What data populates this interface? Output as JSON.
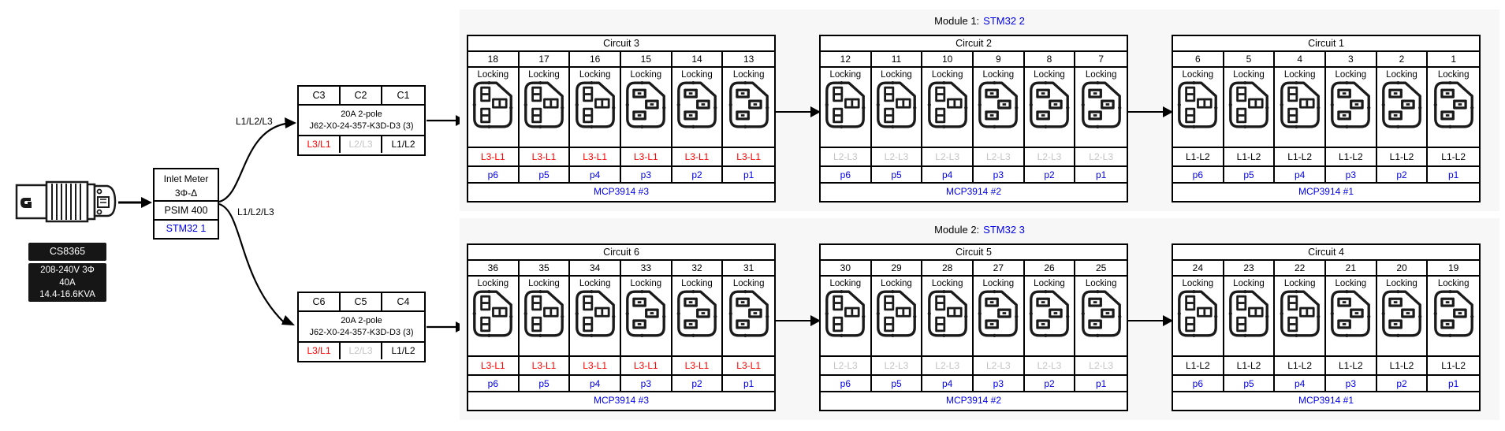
{
  "colors": {
    "accent_blue": "#0000ee",
    "phase_red": "#ff0000",
    "phase_gray": "#c4c4c4",
    "phase_black": "#000000",
    "module_panel_bg": "#f7f7f7",
    "label_bg": "#161616"
  },
  "source": {
    "connector_name": "CS8365",
    "spec_line1": "208-240V 3Φ",
    "spec_line2": "40A",
    "spec_line3": "14.4-16.6KVA",
    "inlet_meter_line1": "Inlet Meter",
    "inlet_meter_line2": "3Φ-Δ",
    "inlet_meter_model": "PSIM 400",
    "inlet_meter_mcu": "STM32 1",
    "feed_top_label": "L1/L2/L3",
    "feed_bottom_label": "L1/L2/L3"
  },
  "breakers": [
    {
      "poles": [
        "C3",
        "C2",
        "C1"
      ],
      "rating_line1": "20A 2-pole",
      "rating_line2": "J62-X0-24-357-K3D-D3 (3)",
      "phases": [
        {
          "label": "L3/L1",
          "color": "red"
        },
        {
          "label": "L2/L3",
          "color": "gray"
        },
        {
          "label": "L1/L2",
          "color": "black"
        }
      ]
    },
    {
      "poles": [
        "C6",
        "C5",
        "C4"
      ],
      "rating_line1": "20A 2-pole",
      "rating_line2": "J62-X0-24-357-K3D-D3 (3)",
      "phases": [
        {
          "label": "L3/L1",
          "color": "red"
        },
        {
          "label": "L2/L3",
          "color": "gray"
        },
        {
          "label": "L1/L2",
          "color": "black"
        }
      ]
    }
  ],
  "modules": [
    {
      "title_prefix": "Module 1:",
      "title_mcu": "STM32 2",
      "circuits": [
        {
          "name": "Circuit 3",
          "adc": "MCP3914 #3",
          "phase_color": "red",
          "outlets": [
            {
              "number": "18",
              "type": "Locking",
              "phase": "L3-L1",
              "port": "p6",
              "icon": "a"
            },
            {
              "number": "17",
              "type": "Locking",
              "phase": "L3-L1",
              "port": "p5",
              "icon": "a"
            },
            {
              "number": "16",
              "type": "Locking",
              "phase": "L3-L1",
              "port": "p4",
              "icon": "a"
            },
            {
              "number": "15",
              "type": "Locking",
              "phase": "L3-L1",
              "port": "p3",
              "icon": "b"
            },
            {
              "number": "14",
              "type": "Locking",
              "phase": "L3-L1",
              "port": "p2",
              "icon": "b"
            },
            {
              "number": "13",
              "type": "Locking",
              "phase": "L3-L1",
              "port": "p1",
              "icon": "b"
            }
          ]
        },
        {
          "name": "Circuit 2",
          "adc": "MCP3914 #2",
          "phase_color": "gray",
          "outlets": [
            {
              "number": "12",
              "type": "Locking",
              "phase": "L2-L3",
              "port": "p6",
              "icon": "a"
            },
            {
              "number": "11",
              "type": "Locking",
              "phase": "L2-L3",
              "port": "p5",
              "icon": "a"
            },
            {
              "number": "10",
              "type": "Locking",
              "phase": "L2-L3",
              "port": "p4",
              "icon": "a"
            },
            {
              "number": "9",
              "type": "Locking",
              "phase": "L2-L3",
              "port": "p3",
              "icon": "b"
            },
            {
              "number": "8",
              "type": "Locking",
              "phase": "L2-L3",
              "port": "p2",
              "icon": "b"
            },
            {
              "number": "7",
              "type": "Locking",
              "phase": "L2-L3",
              "port": "p1",
              "icon": "b"
            }
          ]
        },
        {
          "name": "Circuit 1",
          "adc": "MCP3914 #1",
          "phase_color": "black",
          "outlets": [
            {
              "number": "6",
              "type": "Locking",
              "phase": "L1-L2",
              "port": "p6",
              "icon": "a"
            },
            {
              "number": "5",
              "type": "Locking",
              "phase": "L1-L2",
              "port": "p5",
              "icon": "a"
            },
            {
              "number": "4",
              "type": "Locking",
              "phase": "L1-L2",
              "port": "p4",
              "icon": "a"
            },
            {
              "number": "3",
              "type": "Locking",
              "phase": "L1-L2",
              "port": "p3",
              "icon": "b"
            },
            {
              "number": "2",
              "type": "Locking",
              "phase": "L1-L2",
              "port": "p2",
              "icon": "b"
            },
            {
              "number": "1",
              "type": "Locking",
              "phase": "L1-L2",
              "port": "p1",
              "icon": "b"
            }
          ]
        }
      ]
    },
    {
      "title_prefix": "Module 2:",
      "title_mcu": "STM32 3",
      "circuits": [
        {
          "name": "Circuit 6",
          "adc": "MCP3914 #3",
          "phase_color": "red",
          "outlets": [
            {
              "number": "36",
              "type": "Locking",
              "phase": "L3-L1",
              "port": "p6",
              "icon": "a"
            },
            {
              "number": "35",
              "type": "Locking",
              "phase": "L3-L1",
              "port": "p5",
              "icon": "a"
            },
            {
              "number": "34",
              "type": "Locking",
              "phase": "L3-L1",
              "port": "p4",
              "icon": "a"
            },
            {
              "number": "33",
              "type": "Locking",
              "phase": "L3-L1",
              "port": "p3",
              "icon": "b"
            },
            {
              "number": "32",
              "type": "Locking",
              "phase": "L3-L1",
              "port": "p2",
              "icon": "b"
            },
            {
              "number": "31",
              "type": "Locking",
              "phase": "L3-L1",
              "port": "p1",
              "icon": "b"
            }
          ]
        },
        {
          "name": "Circuit 5",
          "adc": "MCP3914 #2",
          "phase_color": "gray",
          "outlets": [
            {
              "number": "30",
              "type": "Locking",
              "phase": "L2-L3",
              "port": "p6",
              "icon": "a"
            },
            {
              "number": "29",
              "type": "Locking",
              "phase": "L2-L3",
              "port": "p5",
              "icon": "a"
            },
            {
              "number": "28",
              "type": "Locking",
              "phase": "L2-L3",
              "port": "p4",
              "icon": "a"
            },
            {
              "number": "27",
              "type": "Locking",
              "phase": "L2-L3",
              "port": "p3",
              "icon": "b"
            },
            {
              "number": "26",
              "type": "Locking",
              "phase": "L2-L3",
              "port": "p2",
              "icon": "b"
            },
            {
              "number": "25",
              "type": "Locking",
              "phase": "L2-L3",
              "port": "p1",
              "icon": "b"
            }
          ]
        },
        {
          "name": "Circuit 4",
          "adc": "MCP3914 #1",
          "phase_color": "black",
          "outlets": [
            {
              "number": "24",
              "type": "Locking",
              "phase": "L1-L2",
              "port": "p6",
              "icon": "a"
            },
            {
              "number": "23",
              "type": "Locking",
              "phase": "L1-L2",
              "port": "p5",
              "icon": "a"
            },
            {
              "number": "22",
              "type": "Locking",
              "phase": "L1-L2",
              "port": "p4",
              "icon": "a"
            },
            {
              "number": "21",
              "type": "Locking",
              "phase": "L1-L2",
              "port": "p3",
              "icon": "b"
            },
            {
              "number": "20",
              "type": "Locking",
              "phase": "L1-L2",
              "port": "p2",
              "icon": "b"
            },
            {
              "number": "19",
              "type": "Locking",
              "phase": "L1-L2",
              "port": "p1",
              "icon": "b"
            }
          ]
        }
      ]
    }
  ]
}
